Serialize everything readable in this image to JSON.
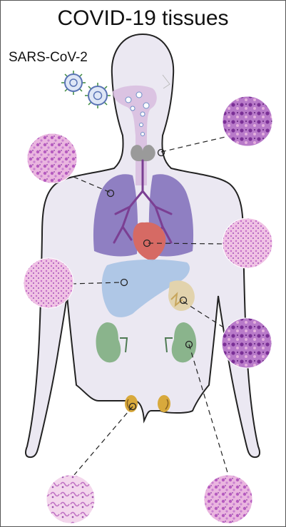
{
  "title": "COVID-19 tissues",
  "virus_label": "SARS-CoV-2",
  "colors": {
    "body_fill": "#ebe8f2",
    "body_outline": "#222222",
    "airway": "#d9bfe0",
    "thyroid": "#9a9a9a",
    "lungs": "#8f7fc2",
    "bronchi": "#7b3f93",
    "heart": "#d66a64",
    "liver": "#a9c3e4",
    "pancreas": "#e2d3ad",
    "kidneys": "#8ab48c",
    "testes": "#d8a93c",
    "tissue_pink": "#e6a6d6",
    "tissue_purple": "#a04fb5"
  },
  "organs": [
    "thyroid",
    "lung",
    "heart",
    "liver",
    "pancreas",
    "kidney",
    "testis"
  ]
}
